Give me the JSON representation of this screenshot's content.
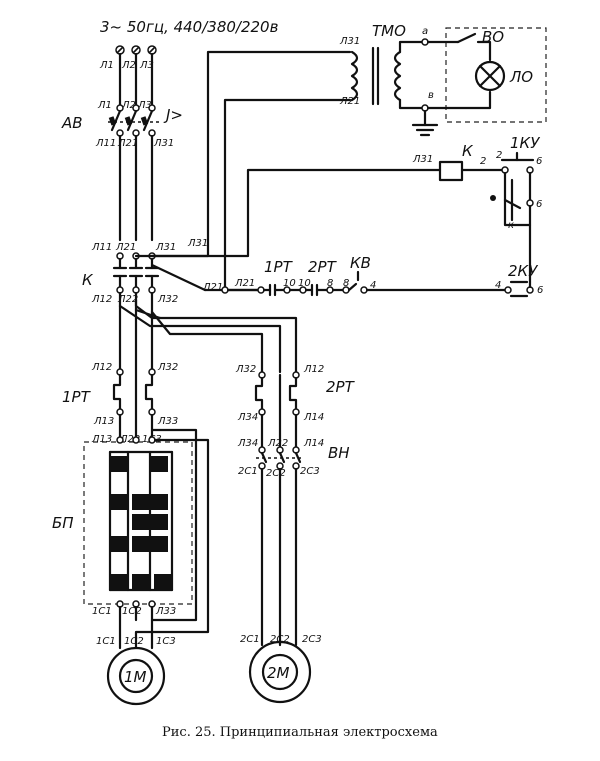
{
  "supply": "3~ 50гц, 440/380/220в",
  "components": {
    "breaker": "АВ",
    "breaker_mark": "J>",
    "contactor": "К",
    "thermo_relay_1": "1РТ",
    "thermo_relay_2": "2РТ",
    "transformer": "ТМО",
    "switch": "ВО",
    "lamp": "ЛО",
    "coil": "К",
    "button_1": "1КУ",
    "button_2": "2КУ",
    "limit_switch": "КВ",
    "selector": "ВН",
    "brake_block": "БП",
    "motor_1": "1М",
    "motor_2": "2М"
  },
  "wires": {
    "L1": "Л1",
    "L2": "Л2",
    "L3": "Л3",
    "L11": "Л11",
    "L21": "Л21",
    "L31": "Л31",
    "L12": "Л12",
    "L22": "Л22",
    "L32": "Л32",
    "L13": "Л13",
    "L33": "Л33",
    "L14": "Л14",
    "L34": "Л34",
    "S1": "1С1",
    "S2": "1С2",
    "S3": "1С3",
    "S2_1": "2С1",
    "S2_2": "2С2",
    "S2_3": "2С3",
    "n2": "2",
    "n4": "4",
    "n6": "6",
    "n8": "8",
    "n10": "10",
    "a": "а",
    "b": "в",
    "k": "к"
  },
  "caption": "Рис. 25. Принципиальная электросхема"
}
